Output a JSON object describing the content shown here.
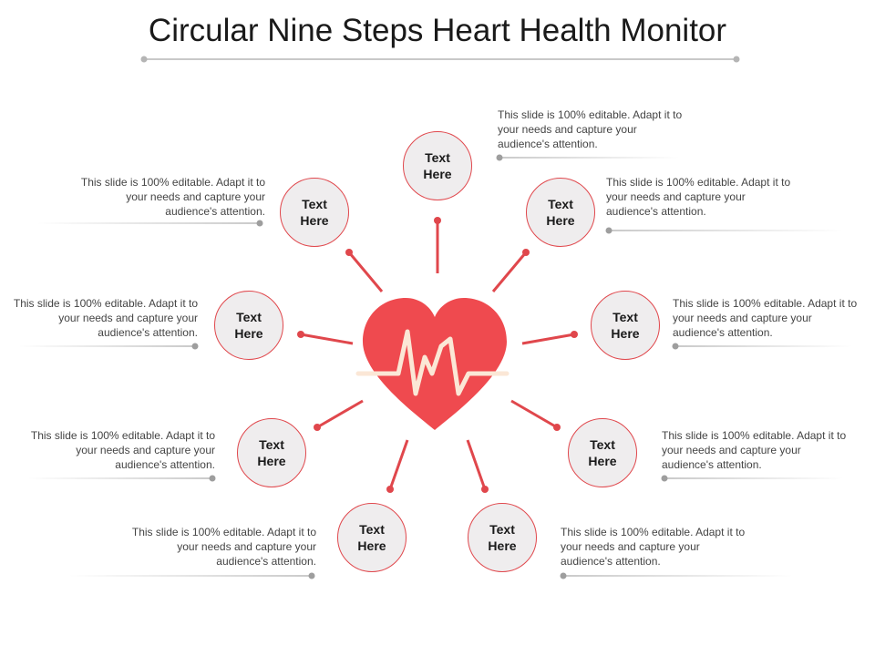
{
  "title": "Circular Nine Steps Heart Health Monitor",
  "colors": {
    "accent": "#e0474c",
    "node_fill": "#efedee",
    "connector": "#c2c2c2",
    "text": "#444444"
  },
  "icons": {
    "center": "heart-pulse-icon"
  },
  "steps": [
    {
      "label": "Text\nHere",
      "description": "This slide is 100% editable. Adapt it to your needs and capture your audience's attention."
    },
    {
      "label": "Text\nHere",
      "description": "This slide is 100% editable. Adapt it to your needs and capture your audience's attention."
    },
    {
      "label": "Text\nHere",
      "description": "This slide is 100% editable. Adapt it to your needs and capture your audience's attention."
    },
    {
      "label": "Text\nHere",
      "description": "This slide is 100% editable. Adapt it to your needs and capture your audience's attention."
    },
    {
      "label": "Text\nHere",
      "description": "This slide is 100% editable. Adapt it to your needs and capture your audience's attention."
    },
    {
      "label": "Text\nHere",
      "description": "This slide is 100% editable. Adapt it to your needs and capture your audience's attention."
    },
    {
      "label": "Text\nHere",
      "description": "This slide is 100% editable. Adapt it to your needs and capture your audience's attention."
    },
    {
      "label": "Text\nHere",
      "description": "This slide is 100% editable. Adapt it to your needs and capture your audience's attention."
    },
    {
      "label": "Text\nHere",
      "description": "This slide is 100% editable. Adapt it to your needs and capture your audience's attention."
    }
  ]
}
